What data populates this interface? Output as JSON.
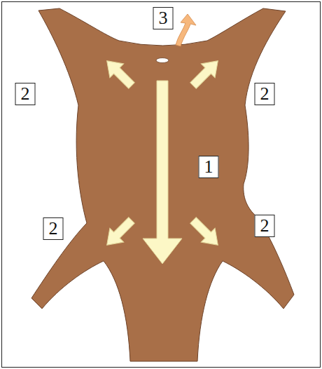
{
  "diagram": {
    "labels": [
      "3",
      "2",
      "2",
      "1",
      "2",
      "2"
    ]
  }
}
